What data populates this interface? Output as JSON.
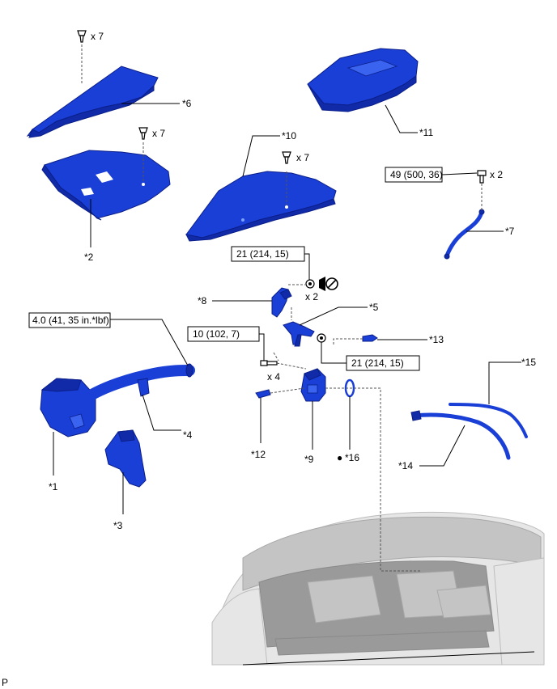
{
  "labels": {
    "p1": "*1",
    "p2": "*2",
    "p3": "*3",
    "p4": "*4",
    "p5": "*5",
    "p6": "*6",
    "p7": "*7",
    "p8": "*8",
    "p9": "*9",
    "p10": "*10",
    "p11": "*11",
    "p12": "*12",
    "p13": "*13",
    "p14": "*14",
    "p15": "*15",
    "p16": "*16"
  },
  "quantities": {
    "q6": "x 7",
    "q2": "x 7",
    "q10": "x 7",
    "q7": "x 2",
    "q8": "x 2",
    "q_bolt": "x 4"
  },
  "torques": {
    "t_intake": "4.0 (41, 35 in.*lbf)",
    "t_bracket8": "21 (214, 15)",
    "t_bolt": "10 (102, 7)",
    "t_nut": "21 (214, 15)",
    "t_pipe7": "49 (500, 36)"
  },
  "marks": {
    "non_reusable": "●"
  },
  "footer": {
    "code": "P"
  },
  "colors": {
    "part": "#1a3fd6",
    "part_dark": "#102aa8",
    "vehicle": "#e6e6e6"
  }
}
